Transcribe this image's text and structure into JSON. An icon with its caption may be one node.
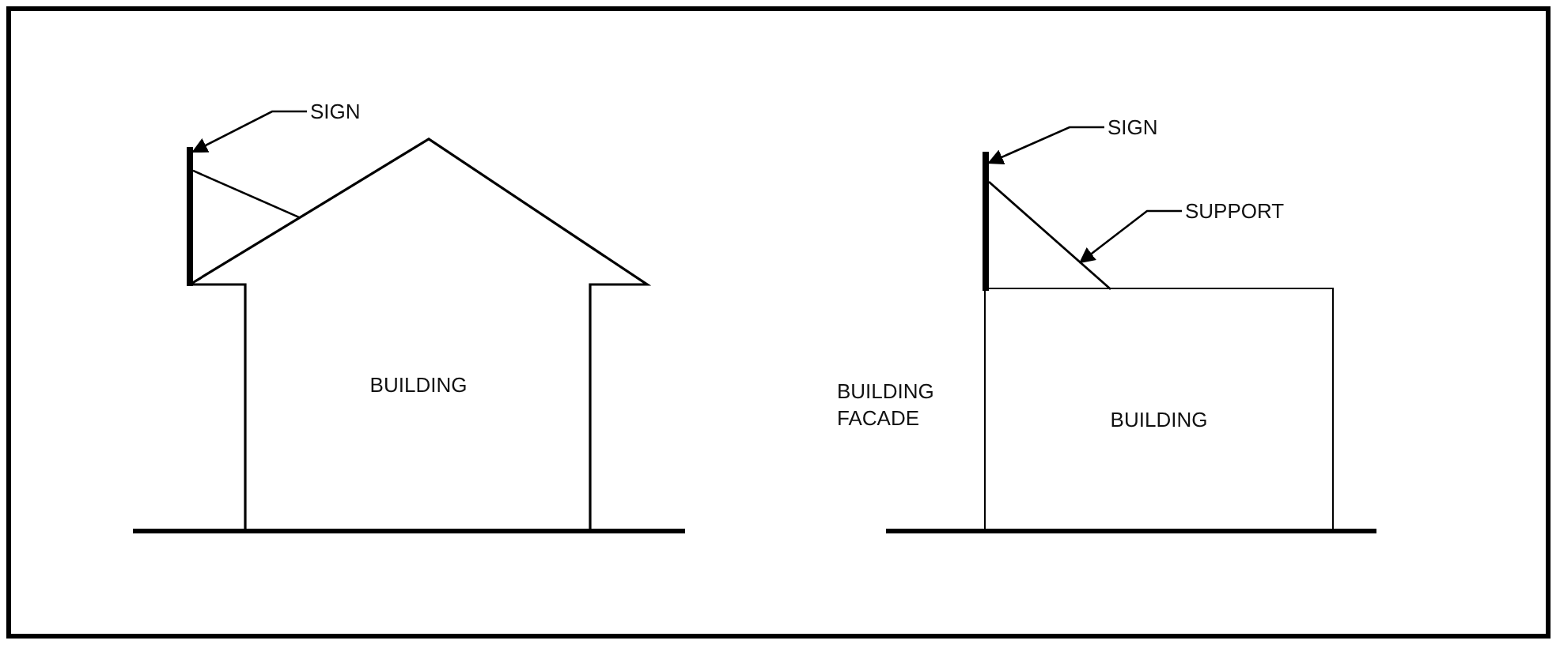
{
  "diagram": {
    "nodes": [
      {
        "text": [
          "SIGN"
        ]
      },
      {
        "text": [],
        "shape": "bar"
      },
      {
        "text": [
          "BUILDING"
        ]
      },
      {
        "text": [
          "SIGN"
        ]
      },
      {
        "text": [],
        "shape": "bar"
      },
      {
        "text": [
          "SUPPORT"
        ]
      },
      {
        "text": [],
        "shape": "line"
      },
      {
        "text": [
          "BUILDING"
        ]
      }
    ],
    "edges": [
      {
        "from": 0,
        "to": 1,
        "arrow": "to"
      },
      {
        "from": 3,
        "to": 4,
        "arrow": "to"
      },
      {
        "from": 5,
        "to": 6,
        "arrow": "to"
      },
      {
        "from": 1,
        "to": 2,
        "arrow": "none"
      }
    ],
    "labels": [
      "BUILDING FACADE"
    ]
  }
}
